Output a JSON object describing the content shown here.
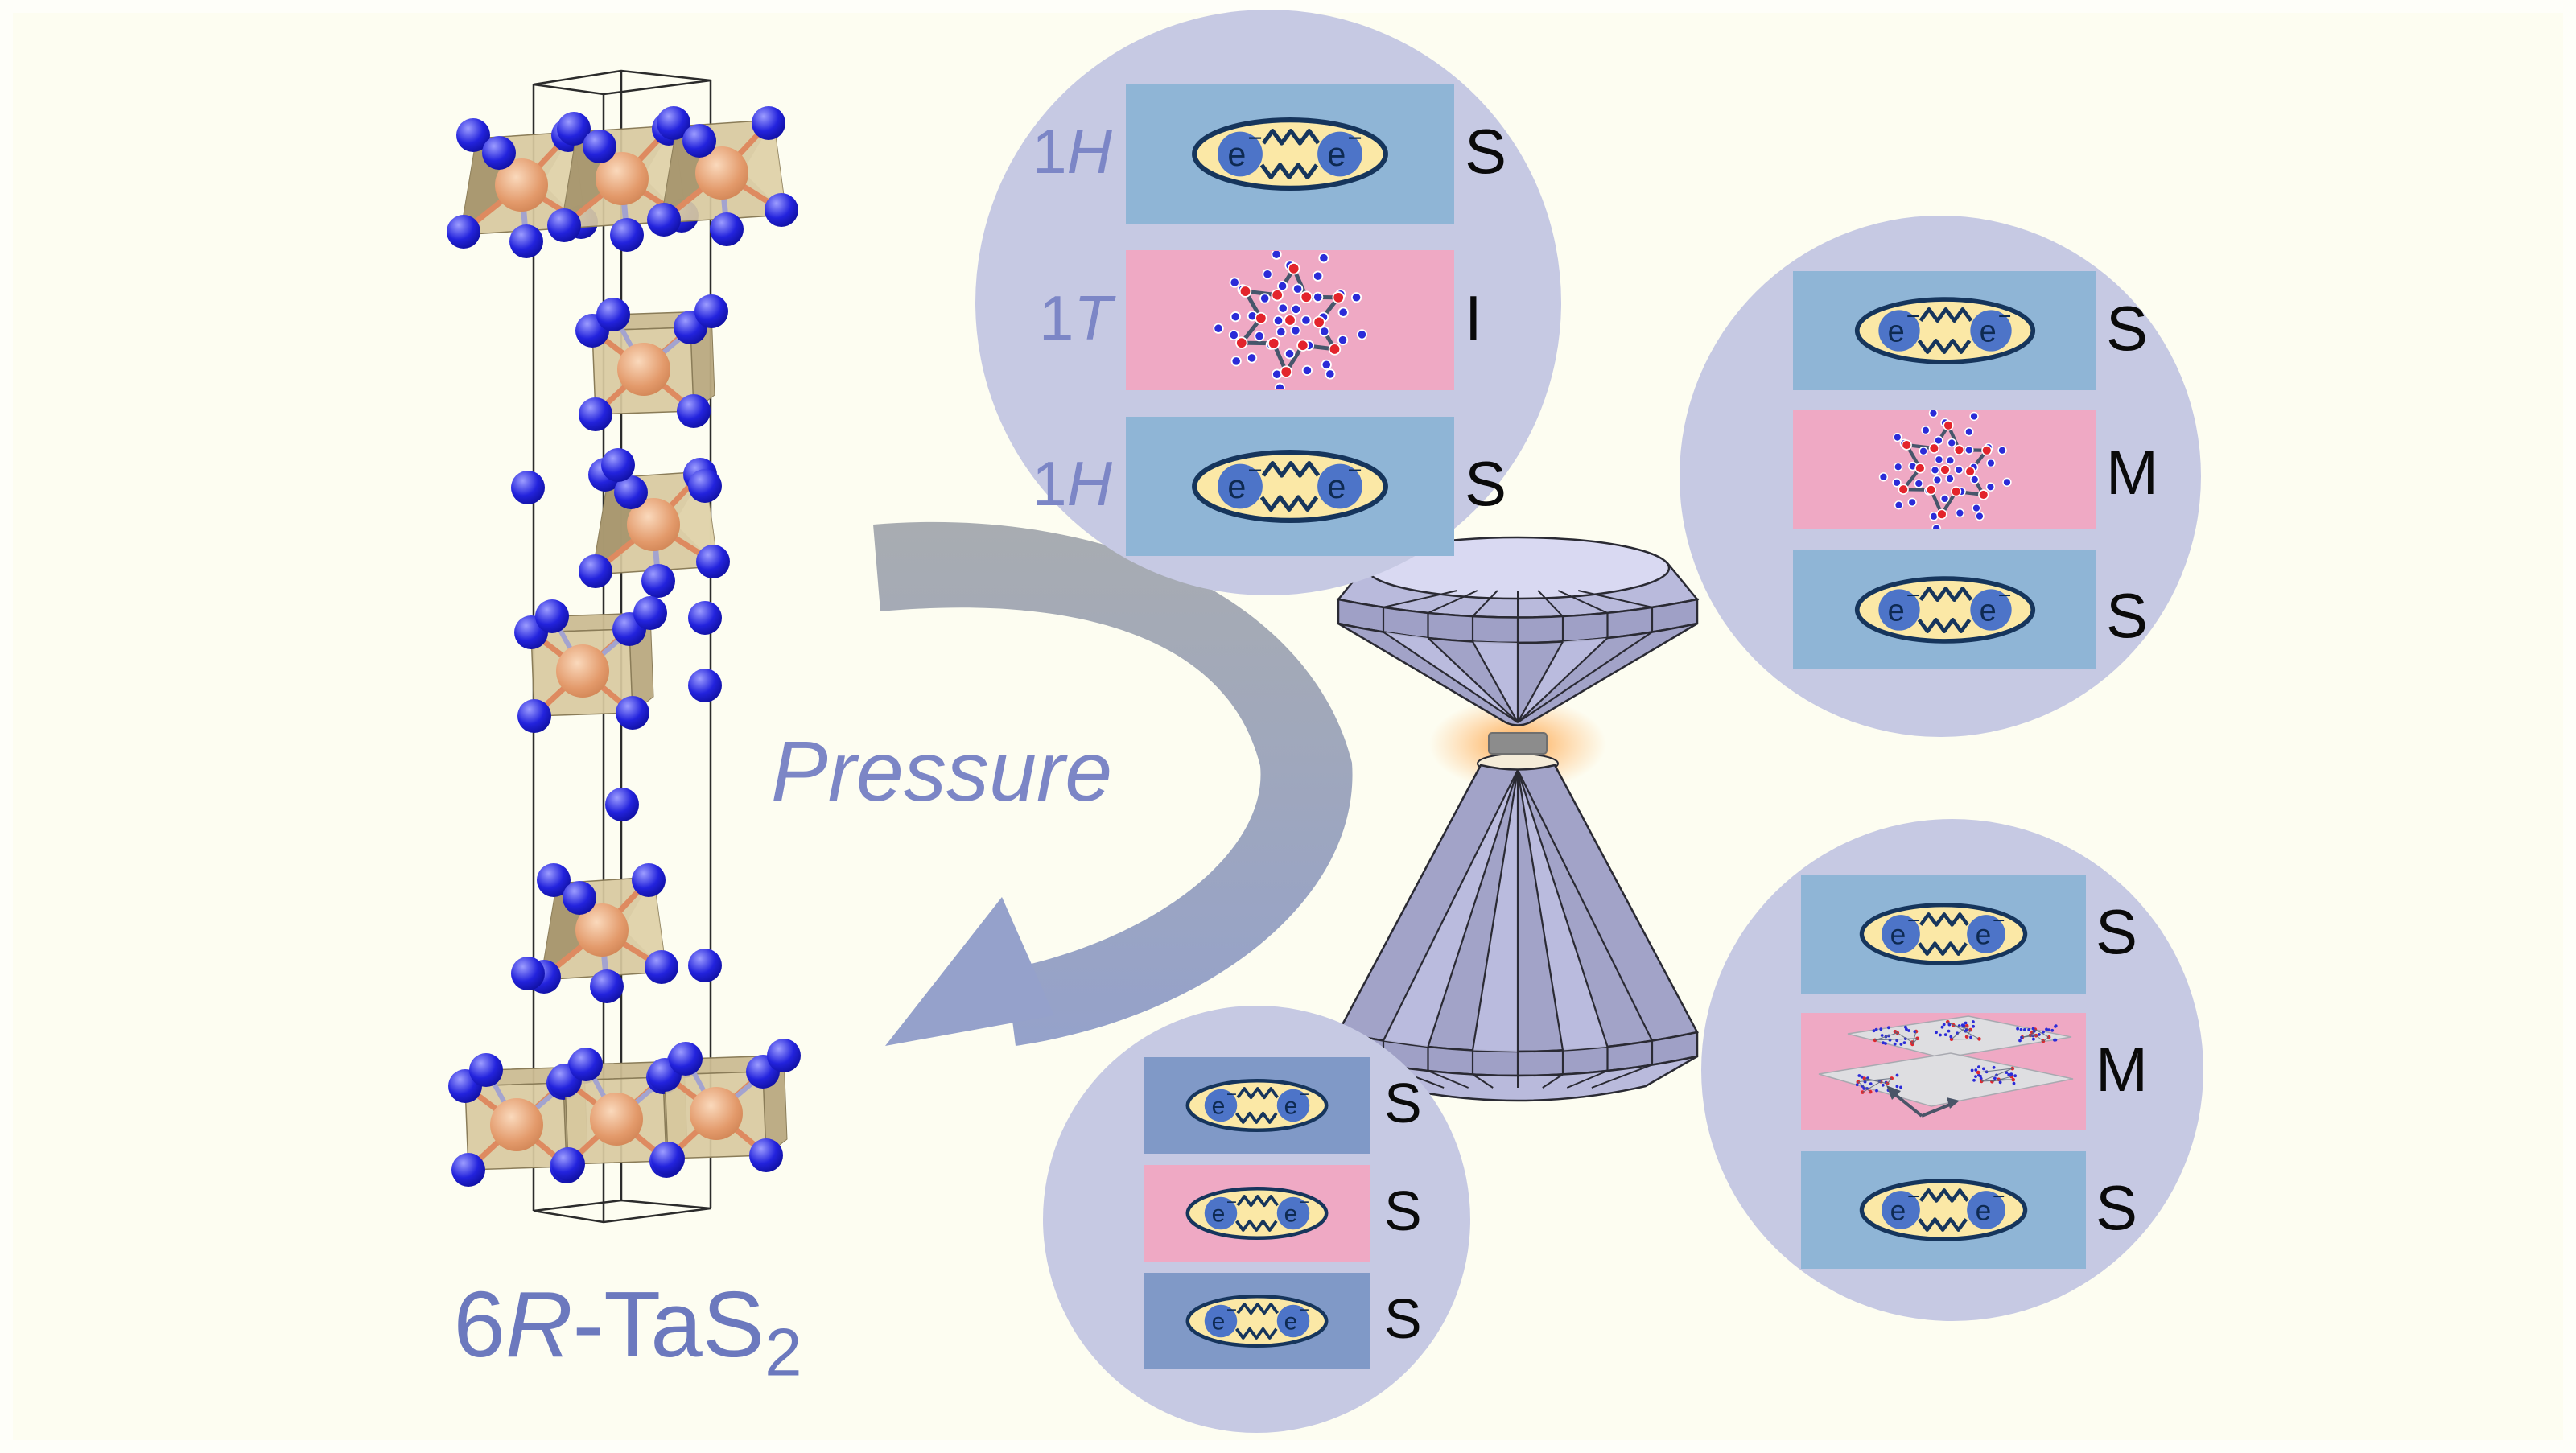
{
  "background_color": "#FDFDF1",
  "crystal": {
    "formula": {
      "prefix": "6",
      "italic": "R",
      "suffix": "-TaS",
      "subscript": "2"
    },
    "atom_colors": {
      "sulfur_blue": "#2323DD",
      "tantalum_orange": "#E39A6B"
    },
    "polyhedron_color": "#D8C9A0",
    "unit_cell_line_color": "#2B2B2B"
  },
  "pressure_label": {
    "text": "Pressure",
    "color": "#7C86C6"
  },
  "arrow": {
    "start_color": "#A8ACB1",
    "end_color": "#94A1CB"
  },
  "diamond_anvil_cell": {
    "body_color": "#ACADD2",
    "table_color": "#D9D9F2",
    "sample_color": "#8C8C8C",
    "glow_color": "#FF9E3D"
  },
  "electron": {
    "label": "e",
    "superscript": "−"
  },
  "legend_colors": {
    "inset_circle": "#C6C9E3",
    "superconducting_layer_blue": "#8FB5D6",
    "superconducting_layer_blue_dark": "#8099C7",
    "cdw_layer_pink": "#EFA9C4",
    "pair_ellipse_yellow": "#FBE8A6",
    "pair_outline_navy": "#16355C",
    "red_atom": "#E3242B",
    "blue_atom": "#2B2BD8"
  },
  "circles": {
    "top_left": {
      "layers": [
        {
          "phase_num": "1",
          "phase_letter": "H",
          "state": "S",
          "content": "cooper-pair"
        },
        {
          "phase_num": "1",
          "phase_letter": "T",
          "state": "I",
          "content": "cdw-star"
        },
        {
          "phase_num": "1",
          "phase_letter": "H",
          "state": "S",
          "content": "cooper-pair"
        }
      ]
    },
    "top_right": {
      "layers": [
        {
          "state": "S",
          "content": "cooper-pair"
        },
        {
          "state": "M",
          "content": "cdw-star"
        },
        {
          "state": "S",
          "content": "cooper-pair"
        }
      ]
    },
    "bottom_right": {
      "layers": [
        {
          "state": "S",
          "content": "cooper-pair"
        },
        {
          "state": "M",
          "content": "cdw-domain-planes"
        },
        {
          "state": "S",
          "content": "cooper-pair"
        }
      ]
    },
    "bottom_center": {
      "layers": [
        {
          "state": "S",
          "content": "cooper-pair"
        },
        {
          "state": "S",
          "content": "cooper-pair"
        },
        {
          "state": "S",
          "content": "cooper-pair"
        }
      ]
    }
  }
}
